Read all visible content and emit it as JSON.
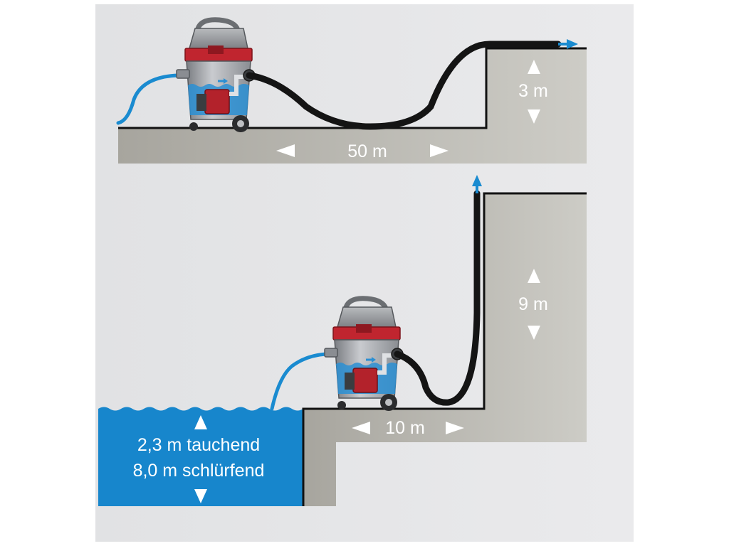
{
  "top_scene": {
    "distance_label": "50 m",
    "height_label": "3 m"
  },
  "bottom_scene": {
    "distance_label": "10 m",
    "height_label": "9 m",
    "depth_line_1": "2,3 m tauchend",
    "depth_line_2": "8,0 m schlürfend"
  },
  "colors": {
    "water": "#1786cc",
    "hose_blue": "#1a8bd0",
    "hose_black": "#141414",
    "pump_red": "#c0252f",
    "ground": "#b5b3ac",
    "background": "#e4e5e7"
  }
}
